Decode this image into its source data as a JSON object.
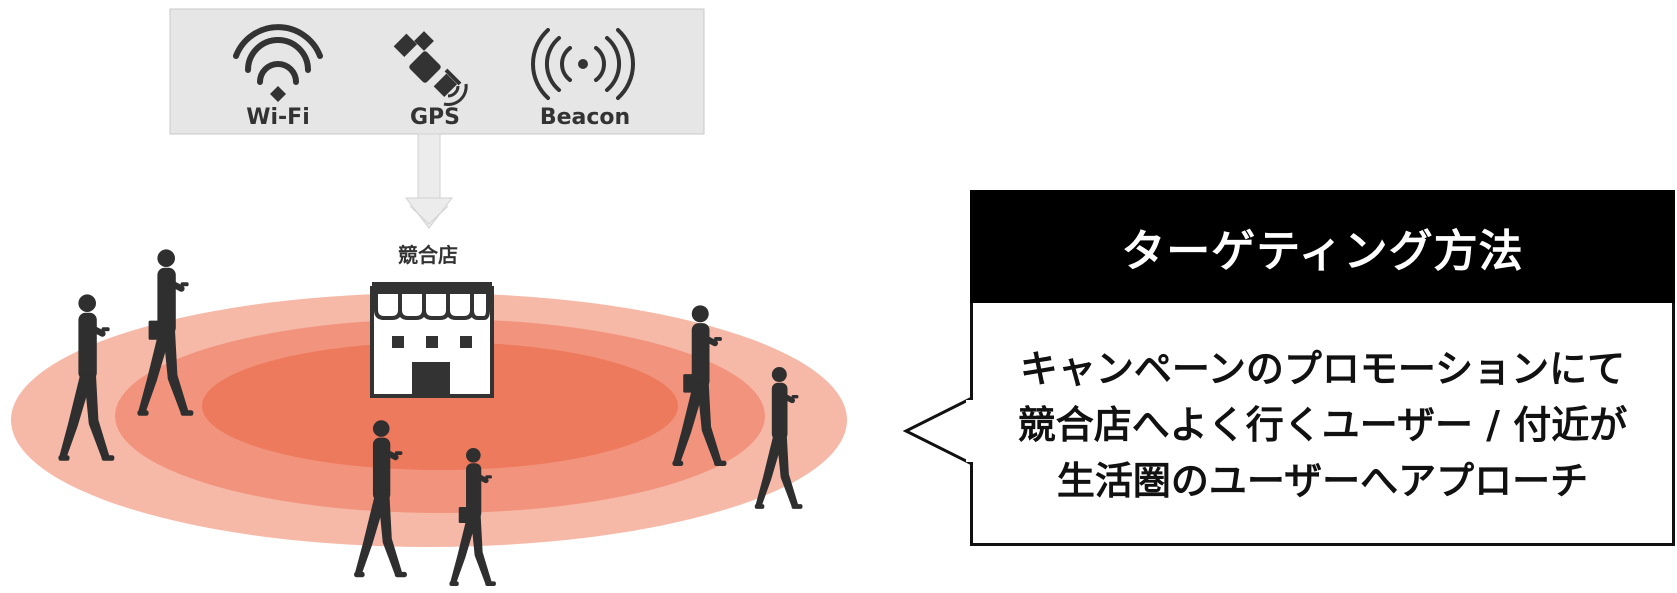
{
  "technologies": [
    {
      "label": "Wi-Fi",
      "icon": "wifi-icon"
    },
    {
      "label": "GPS",
      "icon": "satellite-icon"
    },
    {
      "label": "Beacon",
      "icon": "beacon-icon"
    }
  ],
  "store": {
    "label": "競合店",
    "icon": "storefront-icon"
  },
  "callout": {
    "title": "ターゲティング方法",
    "lines": [
      "キャンペーンのプロモーションにて",
      "競合店へよく行くユーザー / 付近が",
      "生活圏のユーザーへアプローチ"
    ]
  },
  "colors": {
    "outer_ring": "#f6b9a8",
    "middle_ring": "#f2947d",
    "inner_ring": "#ed7a5d",
    "silhouette": "#2f2f2f",
    "panel": "#e6e6e6",
    "icon": "#333333"
  }
}
